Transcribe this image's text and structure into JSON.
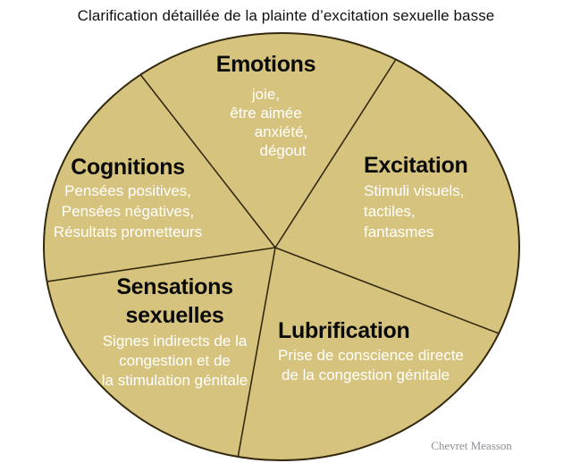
{
  "title": "Clarification détaillée de la plainte d’excitation sexuelle basse",
  "signature": "Chevret Measson",
  "colors": {
    "pie_fill": "#d6c47e",
    "pie_stroke": "#33290f",
    "heading_text": "#0a0a0a",
    "body_text": "#ffffff",
    "title_text": "#111111",
    "signature_text": "#8e8e9a",
    "background": "#ffffff"
  },
  "diagram": {
    "type": "pie-concept-map",
    "slice_count": 5,
    "segments": [
      {
        "id": "emotions",
        "label": "Emotions",
        "items": [
          "joie,",
          "être aimée",
          "anxiété,",
          "dégout"
        ]
      },
      {
        "id": "excitation",
        "label": "Excitation",
        "items": [
          "Stimuli visuels,",
          "tactiles,",
          "fantasmes"
        ]
      },
      {
        "id": "lubrification",
        "label": "Lubrification",
        "items": [
          "Prise de conscience directe",
          "de la congestion génitale"
        ]
      },
      {
        "id": "sensations-sexuelles",
        "label": "Sensations sexuelles",
        "label_lines": [
          "Sensations",
          "sexuelles"
        ],
        "items": [
          "Signes indirects de la",
          "congestion et de",
          "la stimulation génitale"
        ]
      },
      {
        "id": "cognitions",
        "label": "Cognitions",
        "items": [
          "Pensées positives,",
          "Pensées négatives,",
          "Résultats prometteurs"
        ]
      }
    ]
  }
}
